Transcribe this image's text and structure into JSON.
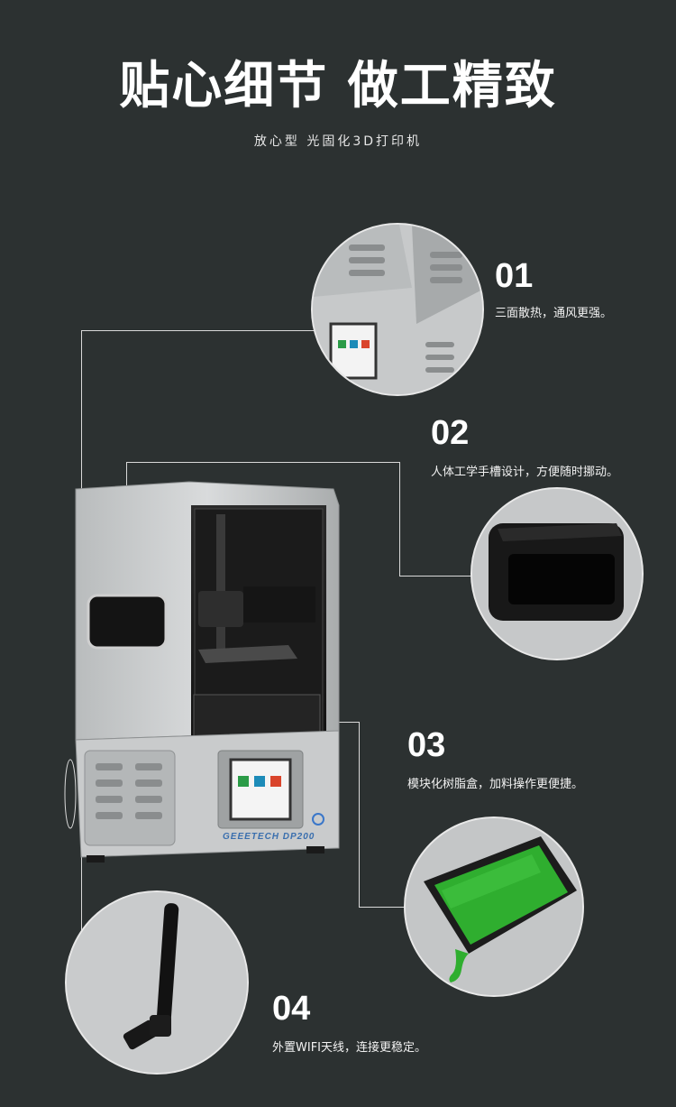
{
  "header": {
    "title": "贴心细节 做工精致",
    "subtitle": "放心型 光固化3D打印机"
  },
  "features": [
    {
      "number": "01",
      "text": "三面散热，通风更强。"
    },
    {
      "number": "02",
      "text": "人体工学手槽设计，方便随时挪动。"
    },
    {
      "number": "03",
      "text": "模块化树脂盒，加料操作更便捷。"
    },
    {
      "number": "04",
      "text": "外置WIFI天线，连接更稳定。"
    }
  ],
  "product": {
    "brand_label": "GEEETECH DP200"
  },
  "colors": {
    "background": "#2c3131",
    "resin": "#2fae2f"
  }
}
